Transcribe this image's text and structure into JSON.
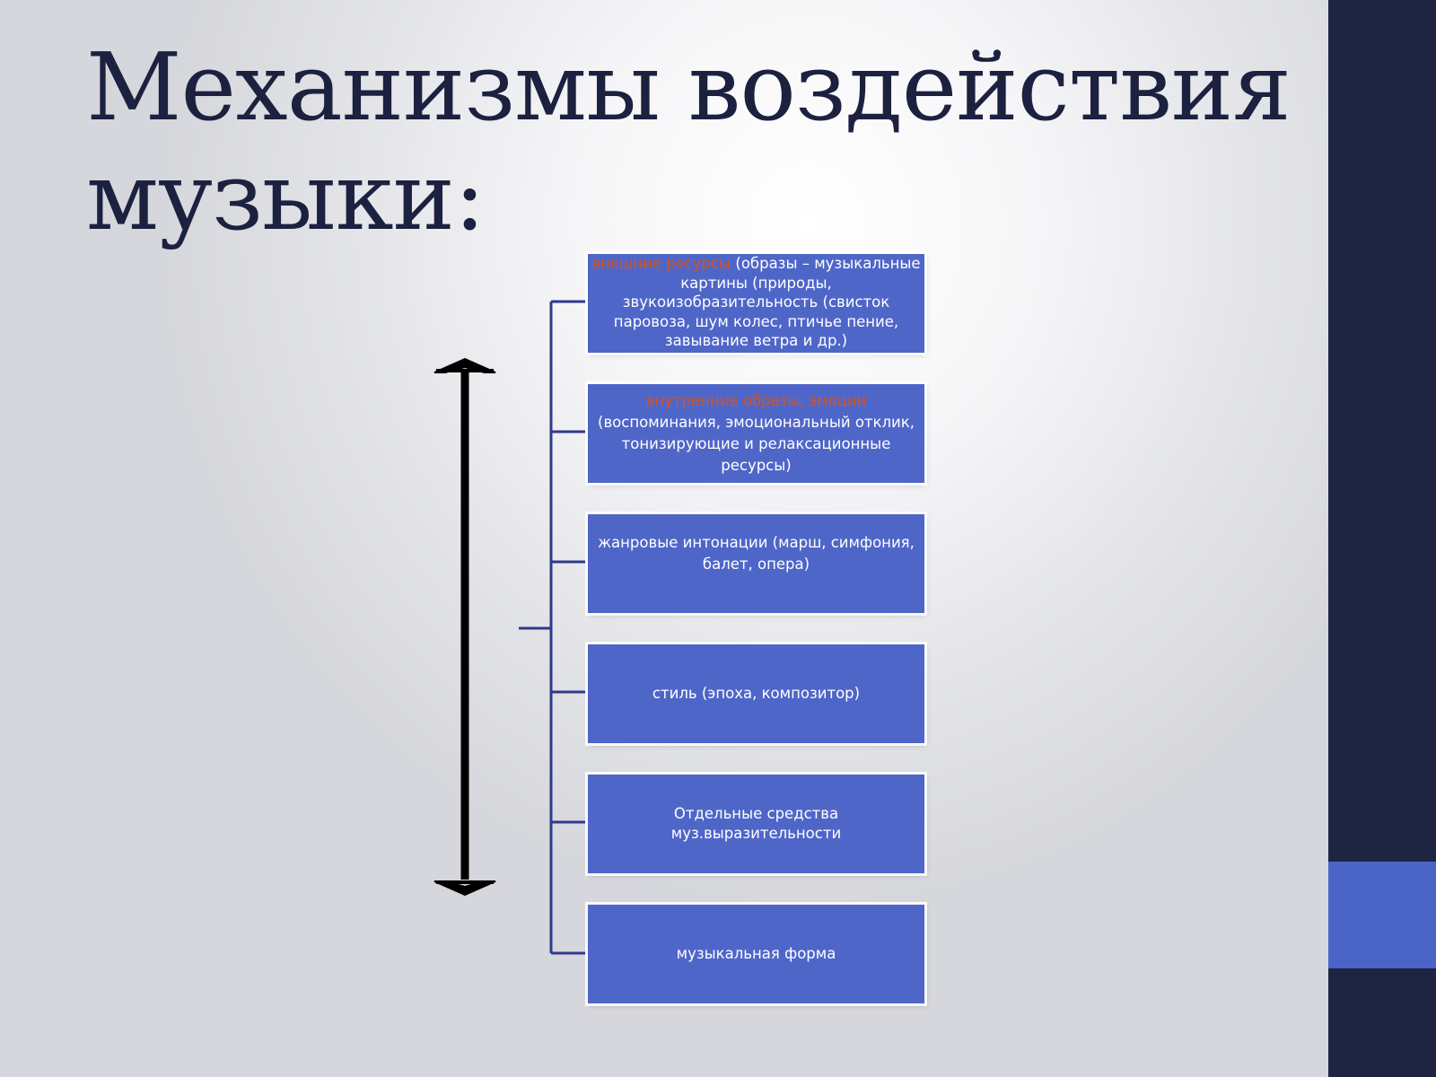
{
  "slide": {
    "title": "Механизмы воздействия музыки:",
    "colors": {
      "side_bar": "#1d2542",
      "side_accent": "#4b64c8",
      "box_fill": "#4f66c9",
      "box_text": "#ffffff",
      "accent_text": "#d5521e",
      "connector": "#2e3a8c",
      "axis_line": "#4b5cc4",
      "arrow": "#000000"
    }
  },
  "diagram": {
    "items": [
      {
        "accent": "внешние ресурсы",
        "text": "(образы – музыкальные картины (природы, звукоизобразительность (свисток паровоза, шум колес, птичье пение, завывание ветра и др.)"
      },
      {
        "accent": "внутренние образы, эмоции",
        "text": "(воспоминания, эмоциональный отклик, тонизирующие и релаксационные ресурсы)"
      },
      {
        "accent": "",
        "text": "жанровые интонации (марш, симфония, балет, опера)"
      },
      {
        "accent": "",
        "text": "стиль (эпоха, композитор)"
      },
      {
        "accent": "",
        "text": "Отдельные средства муз.выразительности"
      },
      {
        "accent": "",
        "text": "музыкальная форма"
      }
    ]
  }
}
